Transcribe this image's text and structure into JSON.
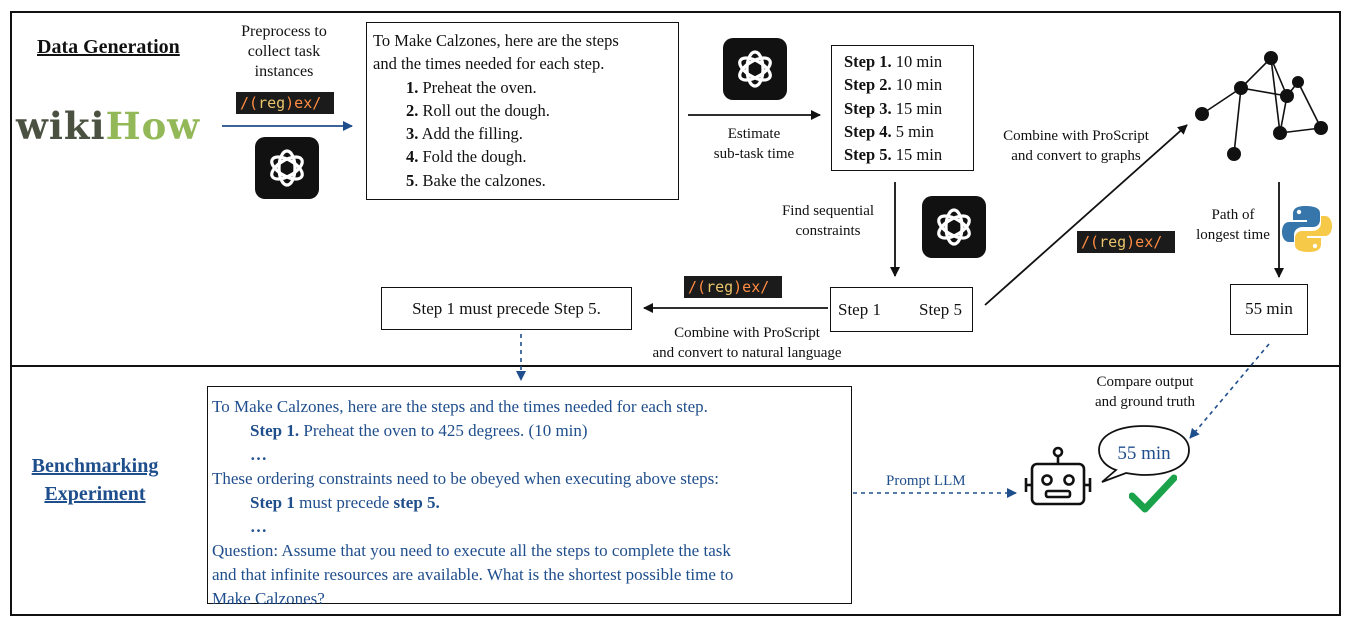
{
  "sections": {
    "data_generation": "Data Generation",
    "benchmarking_line1": "Benchmarking",
    "benchmarking_line2": "Experiment"
  },
  "source": {
    "logo_wiki": "wiki",
    "logo_how": "How",
    "preprocess_label": [
      "Preprocess to",
      "collect task",
      "instances"
    ]
  },
  "regex_badge": {
    "a": "/(",
    "b": "reg",
    "c": ")ex/"
  },
  "task_box": {
    "intro_line1": "To Make Calzones, here are the steps",
    "intro_line2": "and the times needed for each step.",
    "steps": [
      {
        "num": "1.",
        "text": " Preheat the oven."
      },
      {
        "num": "2.",
        "text": " Roll out the dough."
      },
      {
        "num": "3.",
        "text": " Add the filling."
      },
      {
        "num": "4.",
        "text": " Fold the dough."
      },
      {
        "num": "5",
        "text": ". Bake the calzones."
      }
    ]
  },
  "estimate_label": [
    "Estimate",
    "sub-task time"
  ],
  "time_box": [
    {
      "step": "Step 1.",
      "time": " 10 min"
    },
    {
      "step": "Step 2.",
      "time": " 10 min"
    },
    {
      "step": "Step 3.",
      "time": " 15 min"
    },
    {
      "step": "Step 4.",
      "time": " 5 min"
    },
    {
      "step": "Step 5.",
      "time": " 15 min"
    }
  ],
  "graph_label": [
    "Combine with ProScript",
    "and convert to graphs"
  ],
  "sequential_label": [
    "Find sequential",
    "constraints"
  ],
  "path_label": [
    "Path of",
    "longest time"
  ],
  "constraint_box": {
    "from": "Step 1",
    "to": "Step 5"
  },
  "nl_constraint_box": "Step 1 must precede Step 5.",
  "nl_label": [
    "Combine with ProScript",
    "and convert to natural language"
  ],
  "result_box": "55 min",
  "compare_label": [
    "Compare output",
    "and ground truth"
  ],
  "prompt_box": {
    "line1": "To Make Calzones, here are the steps and the times  needed for each step.",
    "step1_bold": "Step 1.",
    "step1_text": " Preheat the oven to 425 degrees. (10 min)",
    "ellipsis": "…",
    "constraints_line": "These ordering constraints need to be obeyed when executing above steps:",
    "c_bold1": "Step 1",
    "c_mid": " must precede ",
    "c_bold2": "step 5.",
    "question_lines": [
      "Question: Assume that you need to execute all the steps to complete the task",
      "and that infinite resources are available. What is the shortest possible time to",
      "Make Calzones?"
    ]
  },
  "prompt_llm_label": "Prompt LLM",
  "llm_answer": "55 min",
  "colors": {
    "accent_blue": "#1f4e8c",
    "check_green": "#1aa34a"
  },
  "icons": [
    "openai-logo-icon",
    "regex-icon",
    "python-icon",
    "robot-icon",
    "checkmark-icon",
    "speech-bubble-icon"
  ]
}
